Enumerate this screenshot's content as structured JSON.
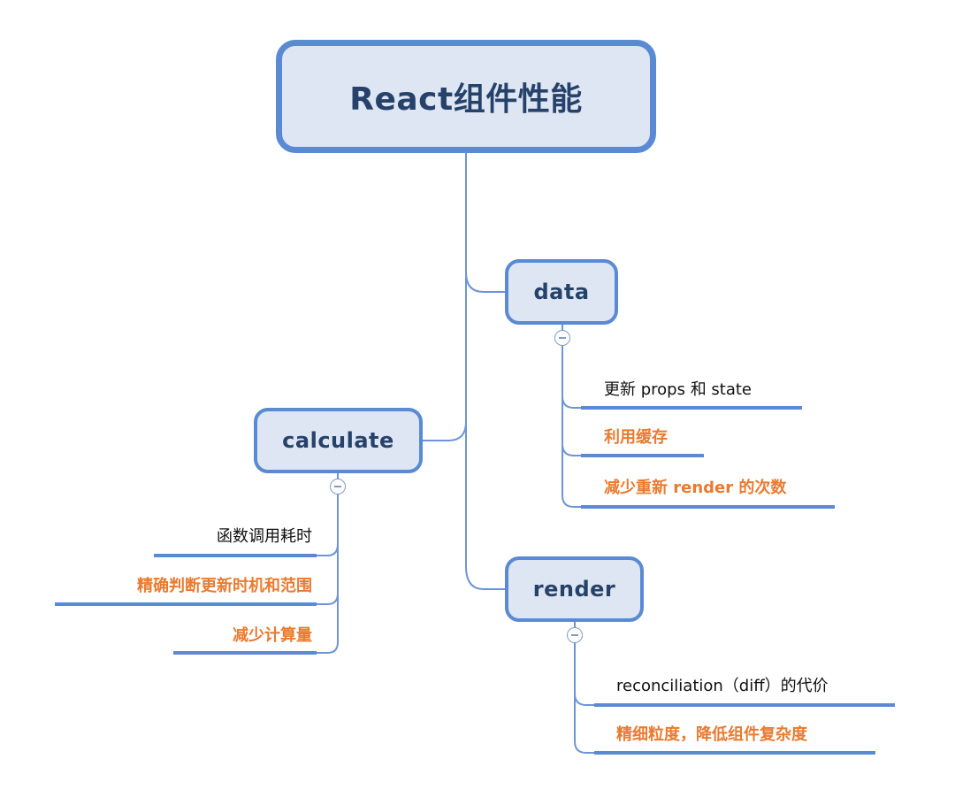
{
  "root": {
    "title": "React组件性能"
  },
  "branches": {
    "data": {
      "label": "data",
      "items": [
        "更新 props 和 state",
        "利用缓存",
        "减少重新 render 的次数"
      ],
      "highlighted": [
        false,
        true,
        true
      ]
    },
    "calculate": {
      "label": "calculate",
      "items": [
        "函数调用耗时",
        "精确判断更新时机和范围",
        "减少计算量"
      ],
      "highlighted": [
        false,
        true,
        true
      ]
    },
    "render": {
      "label": "render",
      "items": [
        "reconciliation（diff）的代价",
        "精细粒度，降低组件复杂度"
      ],
      "highlighted": [
        false,
        true
      ]
    }
  },
  "colors": {
    "node_fill": "#dde6f2",
    "node_border": "#5b8ad4",
    "node_text": "#27426a",
    "connector": "#5b8ad4",
    "highlight_text": "#ea7a2f",
    "plain_text": "#111111"
  }
}
